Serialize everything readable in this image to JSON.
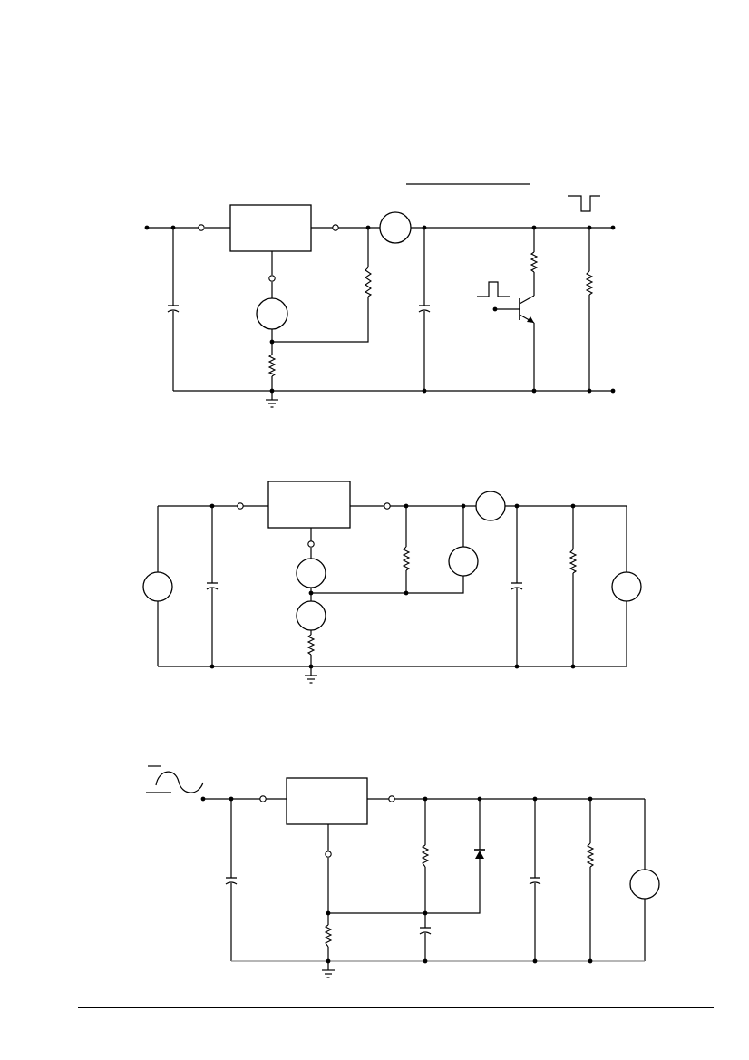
{
  "page": {
    "figures": [
      {
        "name": "figure-1",
        "labels": []
      },
      {
        "name": "figure-2",
        "labels": []
      },
      {
        "name": "figure-3",
        "labels": []
      }
    ],
    "footer": {
      "text": ""
    }
  },
  "colors": {
    "ink": "#000000",
    "ground_rail_fig3": "#8a8a8a",
    "background": "#ffffff"
  },
  "icons": [
    "resistor-icon",
    "capacitor-icon",
    "ground-icon",
    "transistor-icon",
    "diode-icon",
    "sine-source-icon",
    "pulse-icon"
  ]
}
